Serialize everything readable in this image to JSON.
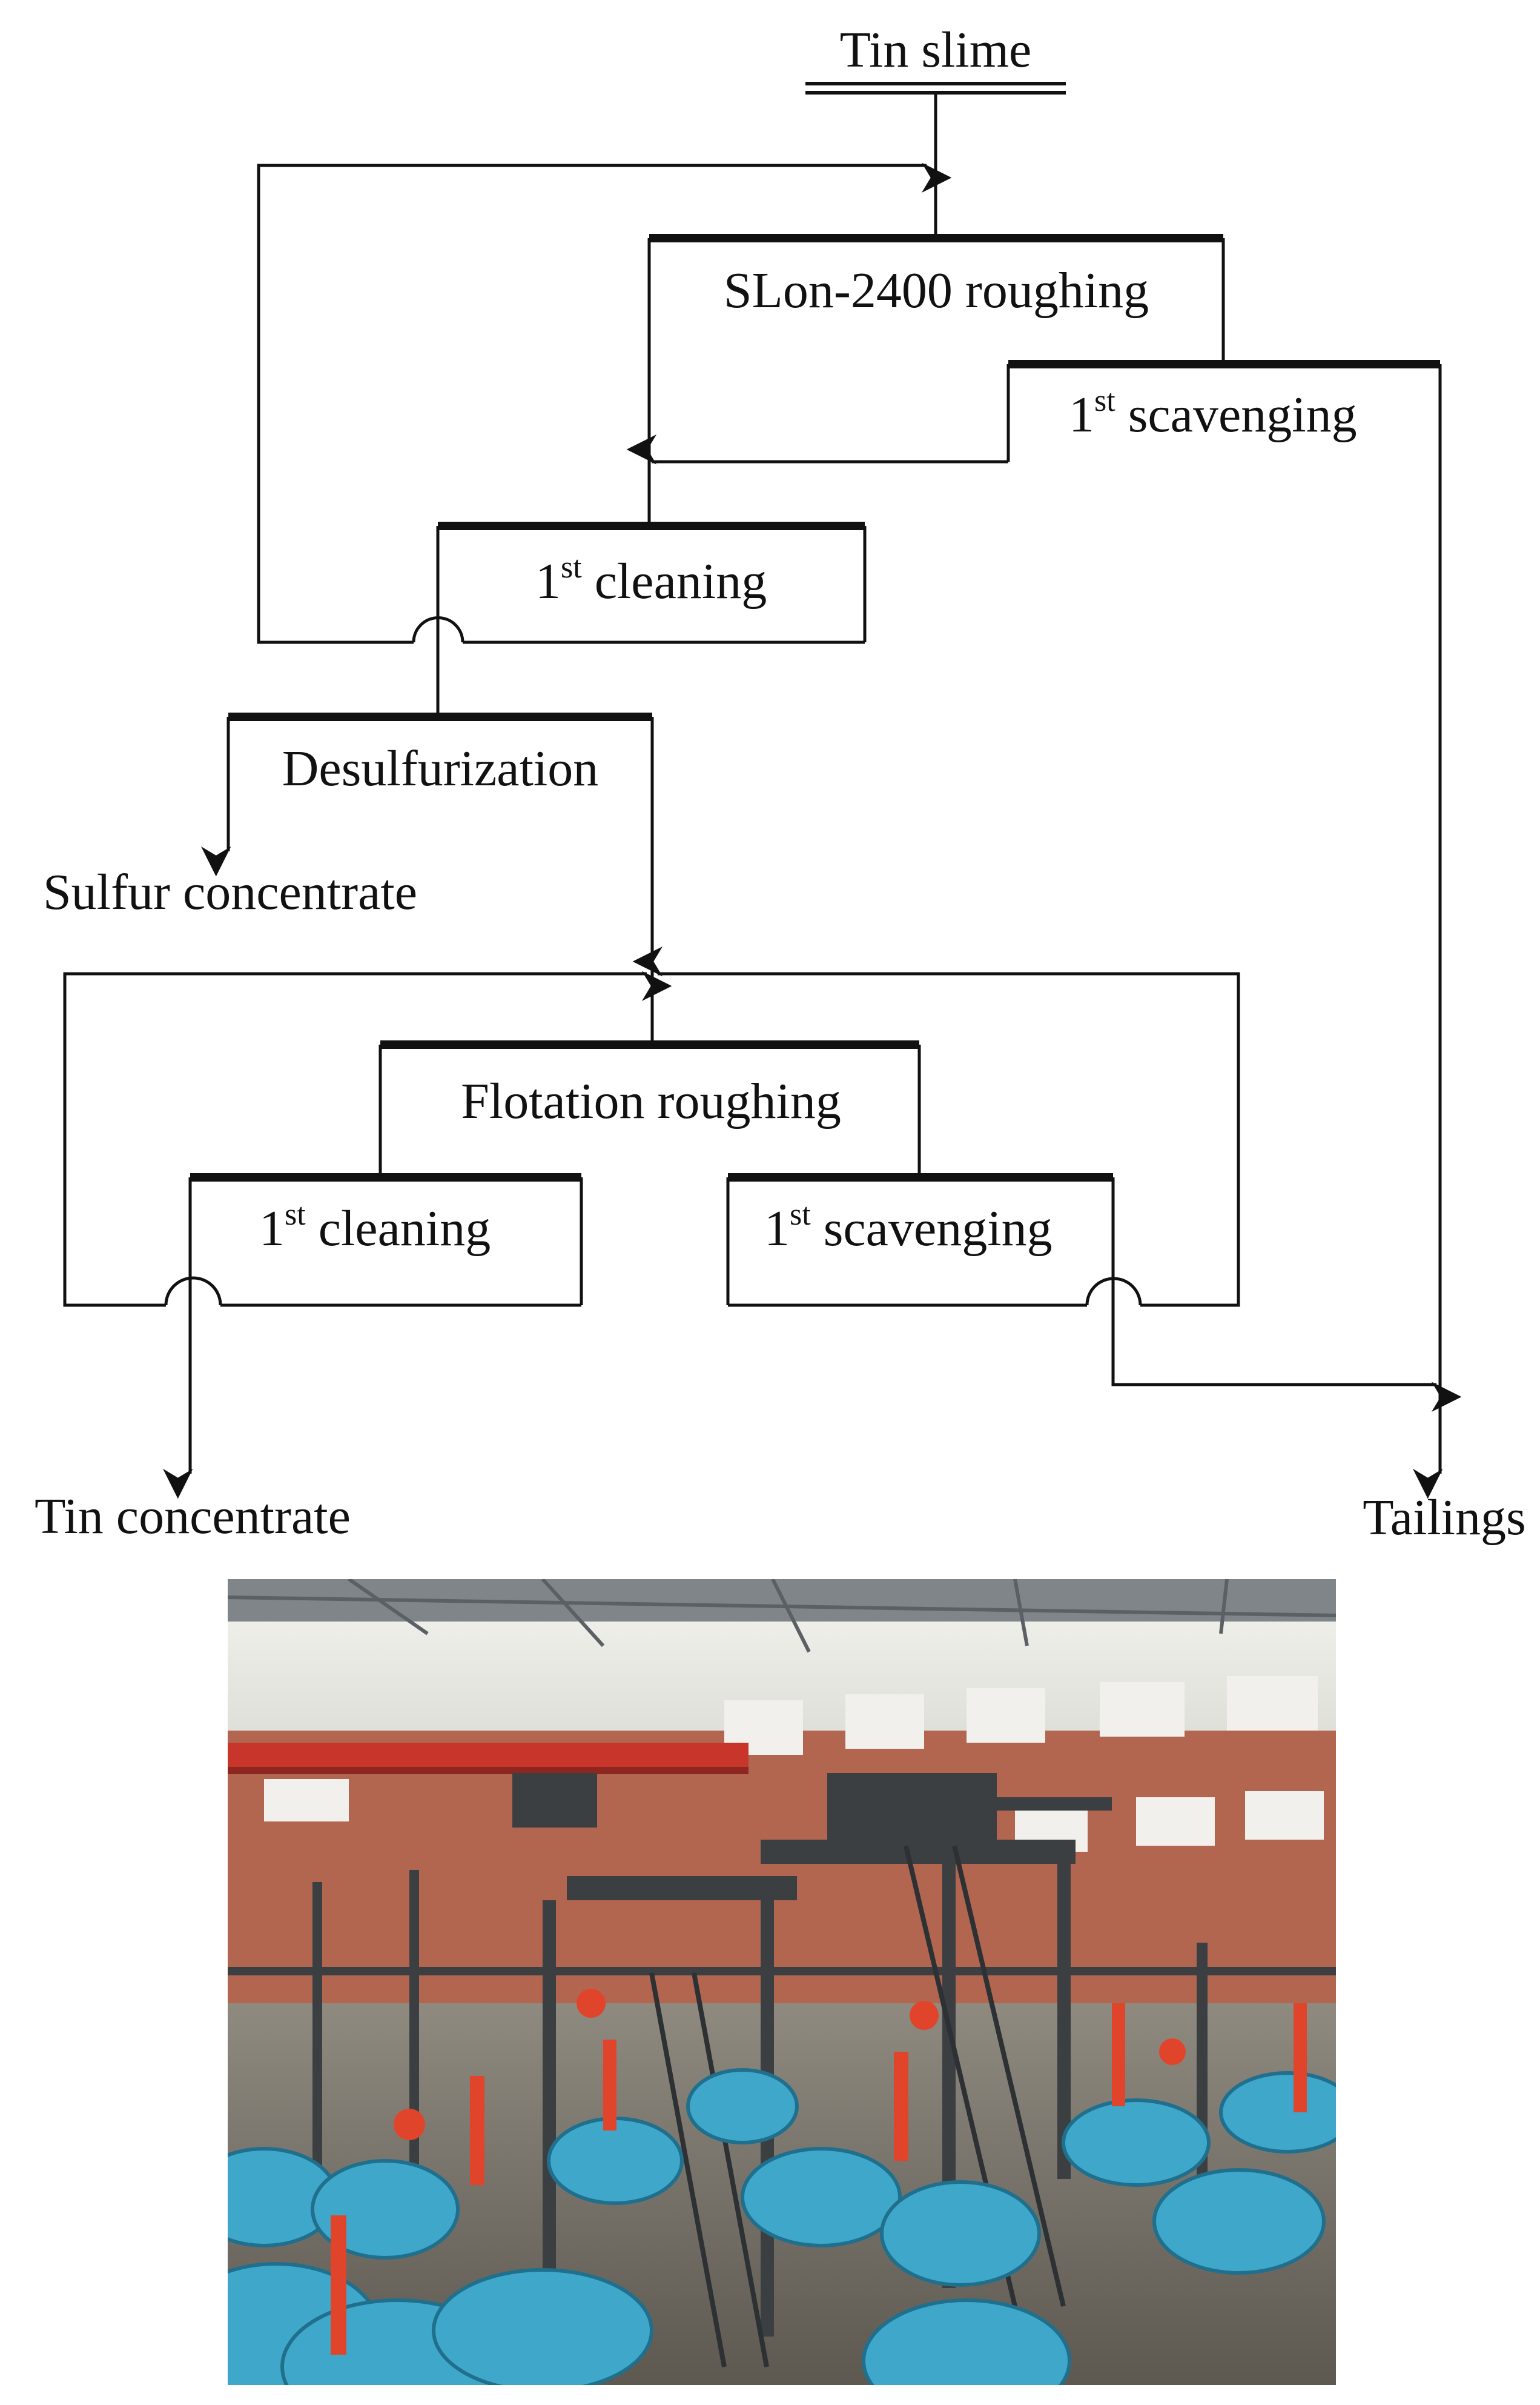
{
  "diagram": {
    "feed": "Tin slime",
    "slon_roughing": "SLon-2400 roughing",
    "mag_scavenging": {
      "main": "1",
      "sup": "st",
      "rest": " scavenging"
    },
    "mag_cleaning": {
      "main": "1",
      "sup": "st",
      "rest": " cleaning"
    },
    "desulfurization": "Desulfurization",
    "sulfur_concentrate": "Sulfur concentrate",
    "flotation_roughing": "Flotation roughing",
    "flot_cleaning": {
      "main": "1",
      "sup": "st",
      "rest": " cleaning"
    },
    "flot_scavenging": {
      "main": "1",
      "sup": "st",
      "rest": " scavenging"
    },
    "tin_concentrate": "Tin concentrate",
    "tailings": "Tailings"
  },
  "photo": {
    "subject": "industrial-plant-interior",
    "colors": {
      "machine": "#3fa7c9",
      "steel": "#3b3f42",
      "crane": "#c8352b",
      "brick": "#b26650",
      "pipe": "#e0452c"
    }
  }
}
